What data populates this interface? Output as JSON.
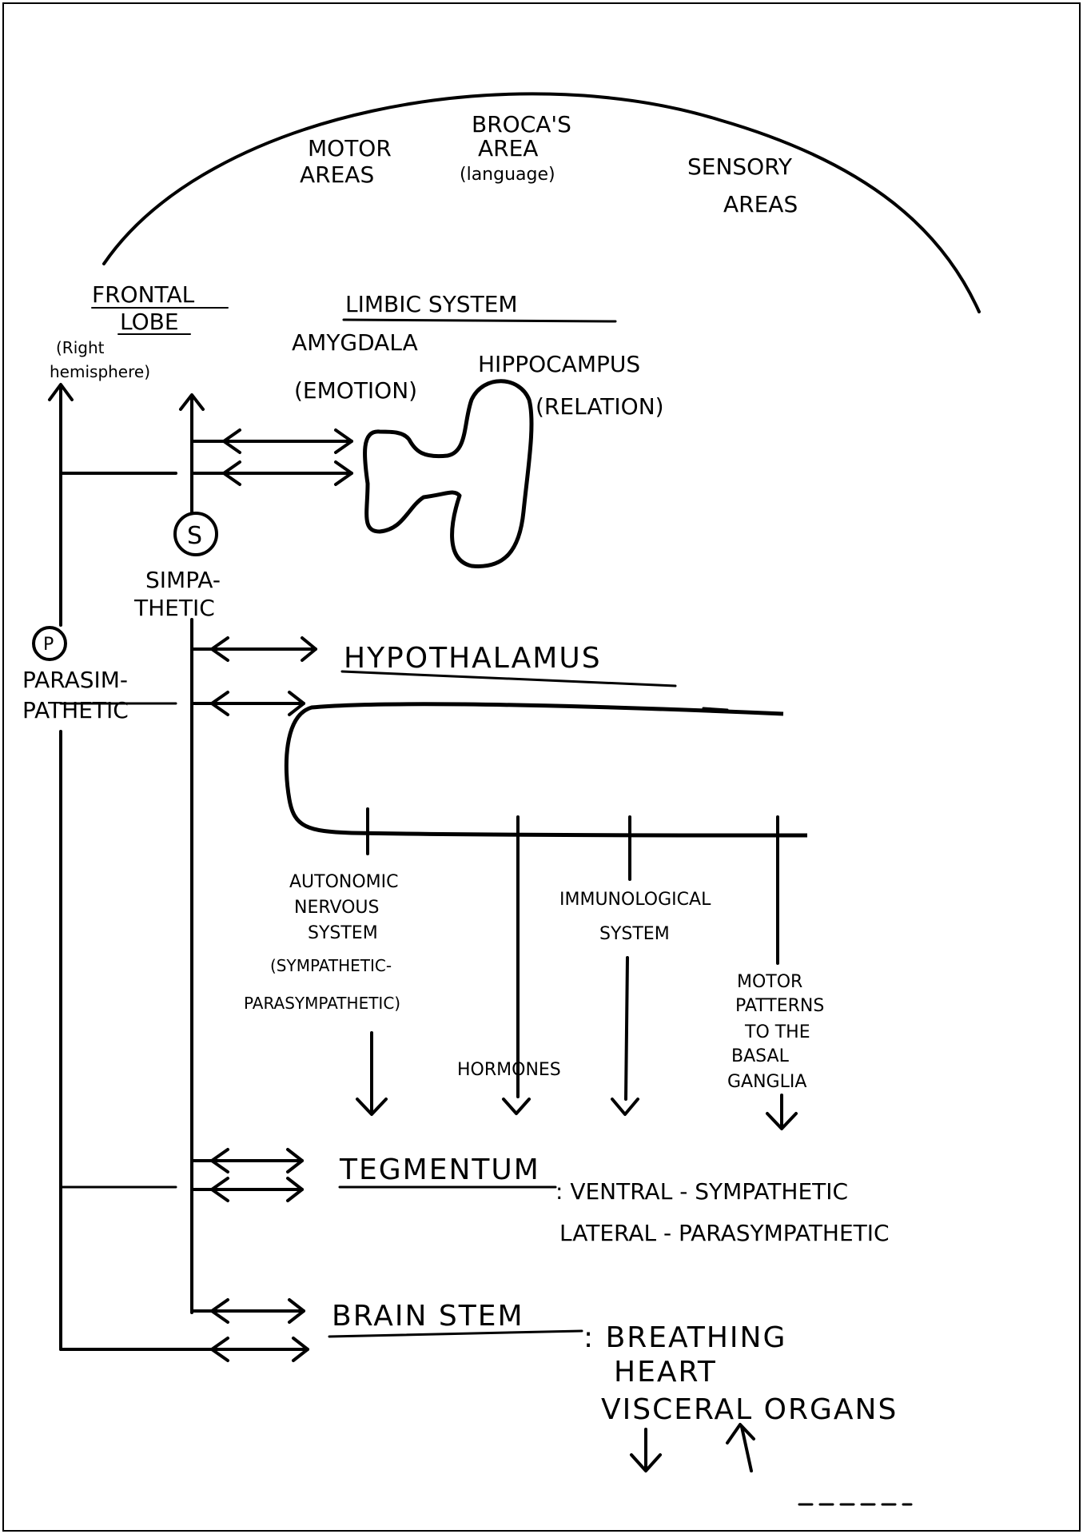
{
  "cortex": {
    "motor_areas": [
      "MOTOR",
      "AREAS"
    ],
    "broca_area": [
      "BROCA'S",
      "AREA",
      "(language)"
    ],
    "sensory_areas": [
      "SENSORY",
      "AREAS"
    ]
  },
  "frontal_lobe": {
    "title": [
      "FRONTAL",
      "LOBE"
    ],
    "note": [
      "(Right",
      "hemisphere)"
    ]
  },
  "limbic_system": {
    "title": "LIMBIC SYSTEM",
    "amygdala": [
      "AMYGDALA",
      "(EMOTION)"
    ],
    "hippocampus": [
      "HIPPOCAMPUS",
      "(RELATION)"
    ]
  },
  "sympathetic": {
    "symbol": "S",
    "label": [
      "SIMPA-",
      "THETIC"
    ]
  },
  "parasympathetic": {
    "symbol": "P",
    "label": [
      "PARASIM-",
      "PATHETIC"
    ]
  },
  "hypothalamus": {
    "title": "HYPOTHALAMUS",
    "outputs": {
      "autonomic": [
        "AUTONOMIC",
        "NERVOUS",
        "SYSTEM",
        "(SYMPATHETIC-",
        "PARASYMPATHETIC)"
      ],
      "hormones": "HORMONES",
      "immunological": [
        "IMMUNOLOGICAL",
        "SYSTEM"
      ],
      "motor_patterns": [
        "MOTOR",
        "PATTERNS",
        "TO THE",
        "BASAL",
        "GANGLIA"
      ]
    }
  },
  "tegmentum": {
    "title": "TEGMENTUM",
    "line1": ": VENTRAL - SYMPATHETIC",
    "line2": "LATERAL - PARASYMPATHETIC"
  },
  "brain_stem": {
    "title": "BRAIN STEM",
    "items": [
      ": BREATHING",
      "HEART",
      "VISCERAL ORGANS"
    ]
  }
}
